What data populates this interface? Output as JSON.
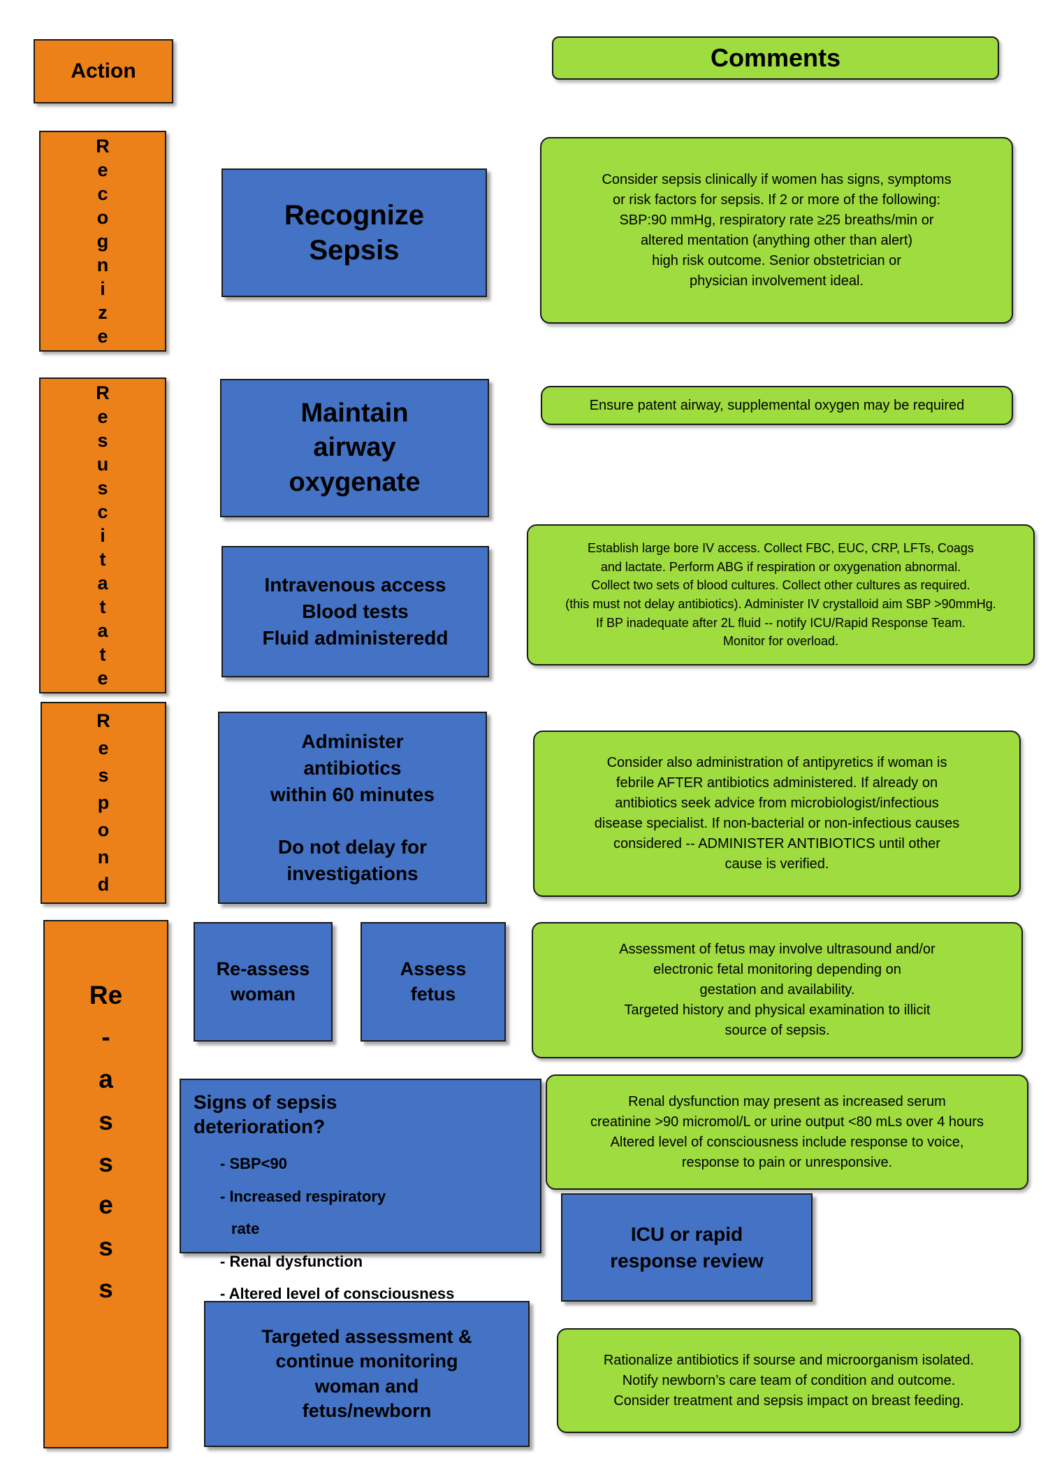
{
  "header": {
    "action": "Action",
    "comments": "Comments"
  },
  "stages": {
    "recognize": "R\ne\nc\no\ng\nn\ni\nz\ne",
    "resuscitate": "R\ne\ns\nu\ns\nc\ni\nt\na\nt\na\nt\ne",
    "respond": "R\ne\ns\np\no\nn\nd",
    "reassess": "Re\n-\na\ns\ns\ne\ns\ns"
  },
  "actions": {
    "recognize_sepsis": "Recognize\nSepsis",
    "maintain_airway": "Maintain\nairway\noxygenate",
    "iv_access": "Intravenous access\nBlood tests\nFluid administeredd",
    "antibiotics": "Administer\nantibiotics\nwithin 60 minutes\n\nDo not delay for\ninvestigations",
    "reassess_woman": "Re-assess\nwoman",
    "assess_fetus": "Assess\nfetus",
    "signs": {
      "title": "Signs of sepsis\ndeterioration?",
      "items": [
        "- SBP<90",
        "- Increased respiratory",
        "rate",
        "- Renal dysfunction",
        "- Altered level of consciousness"
      ]
    },
    "icu": "ICU or rapid\nresponse review",
    "targeted": "Targeted assessment &\ncontinue monitoring\nwoman and\nfetus/newborn"
  },
  "comments": {
    "recognize": "Consider sepsis clinically if women has signs, symptoms\nor risk factors for sepsis.  If 2 or more of the following:\nSBP:90 mmHg, respiratory rate ≥25 breaths/min or\naltered mentation (anything other than alert)\nhigh risk outcome. Senior obstetrician or\nphysician involvement ideal.",
    "airway": "Ensure patent airway, supplemental oxygen may be required",
    "iv": "Establish large bore IV access.  Collect FBC, EUC, CRP, LFTs, Coags\nand lactate.  Perform ABG if respiration or oxygenation abnormal.\nCollect two sets of blood cultures.  Collect other cultures as required.\n(this must not delay antibiotics).  Administer IV crystalloid aim SBP >90mmHg.\nIf BP inadequate after 2L fluid -- notify ICU/Rapid Response Team.\nMonitor for overload.",
    "antibiotics": "Consider also administration of antipyretics if woman is\nfebrile AFTER antibiotics administered.  If already on\nantibiotics seek advice from microbiologist/infectious\ndisease specialist.  If non-bacterial or non-infectious causes\nconsidered -- ADMINISTER ANTIBIOTICS until other\ncause is verified.",
    "fetus": "Assessment of fetus may involve ultrasound and/or\nelectronic fetal monitoring depending on\ngestation and availability.\nTargeted history and physical examination to illicit\nsource of sepsis.",
    "renal": "Renal dysfunction may present as increased serum\ncreatinine >90 micromol/L or urine output <80 mLs over 4 hours\nAltered level of consciousness include response to voice,\nresponse to pain or unresponsive.",
    "rationalize": "Rationalize antibiotics if sourse and microorganism isolated.\nNotify newborn’s care team of condition and outcome.\nConsider treatment and sepsis impact on breast feeding."
  },
  "colors": {
    "orange": "#EC8019",
    "blue": "#4472C4",
    "green": "#9EDC3F"
  }
}
